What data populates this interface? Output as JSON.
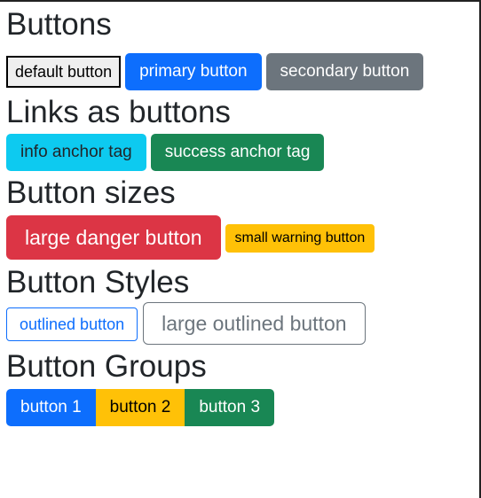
{
  "sections": {
    "buttons": {
      "heading": "Buttons",
      "default_label": "default button",
      "primary_label": "primary button",
      "secondary_label": "secondary button"
    },
    "links": {
      "heading": "Links as buttons",
      "info_label": "info anchor tag",
      "success_label": "success anchor tag"
    },
    "sizes": {
      "heading": "Button sizes",
      "large_danger_label": "large danger button",
      "small_warning_label": "small warning button"
    },
    "styles": {
      "heading": "Button Styles",
      "outlined_label": "outlined button",
      "large_outlined_label": "large outlined button"
    },
    "groups": {
      "heading": "Button Groups",
      "items": [
        {
          "label": "button 1"
        },
        {
          "label": "button 2"
        },
        {
          "label": "button 3"
        }
      ]
    }
  },
  "colors": {
    "primary": "#0d6efd",
    "secondary": "#6c757d",
    "info": "#0dcaf0",
    "success": "#198754",
    "danger": "#dc3545",
    "warning": "#ffc107"
  }
}
